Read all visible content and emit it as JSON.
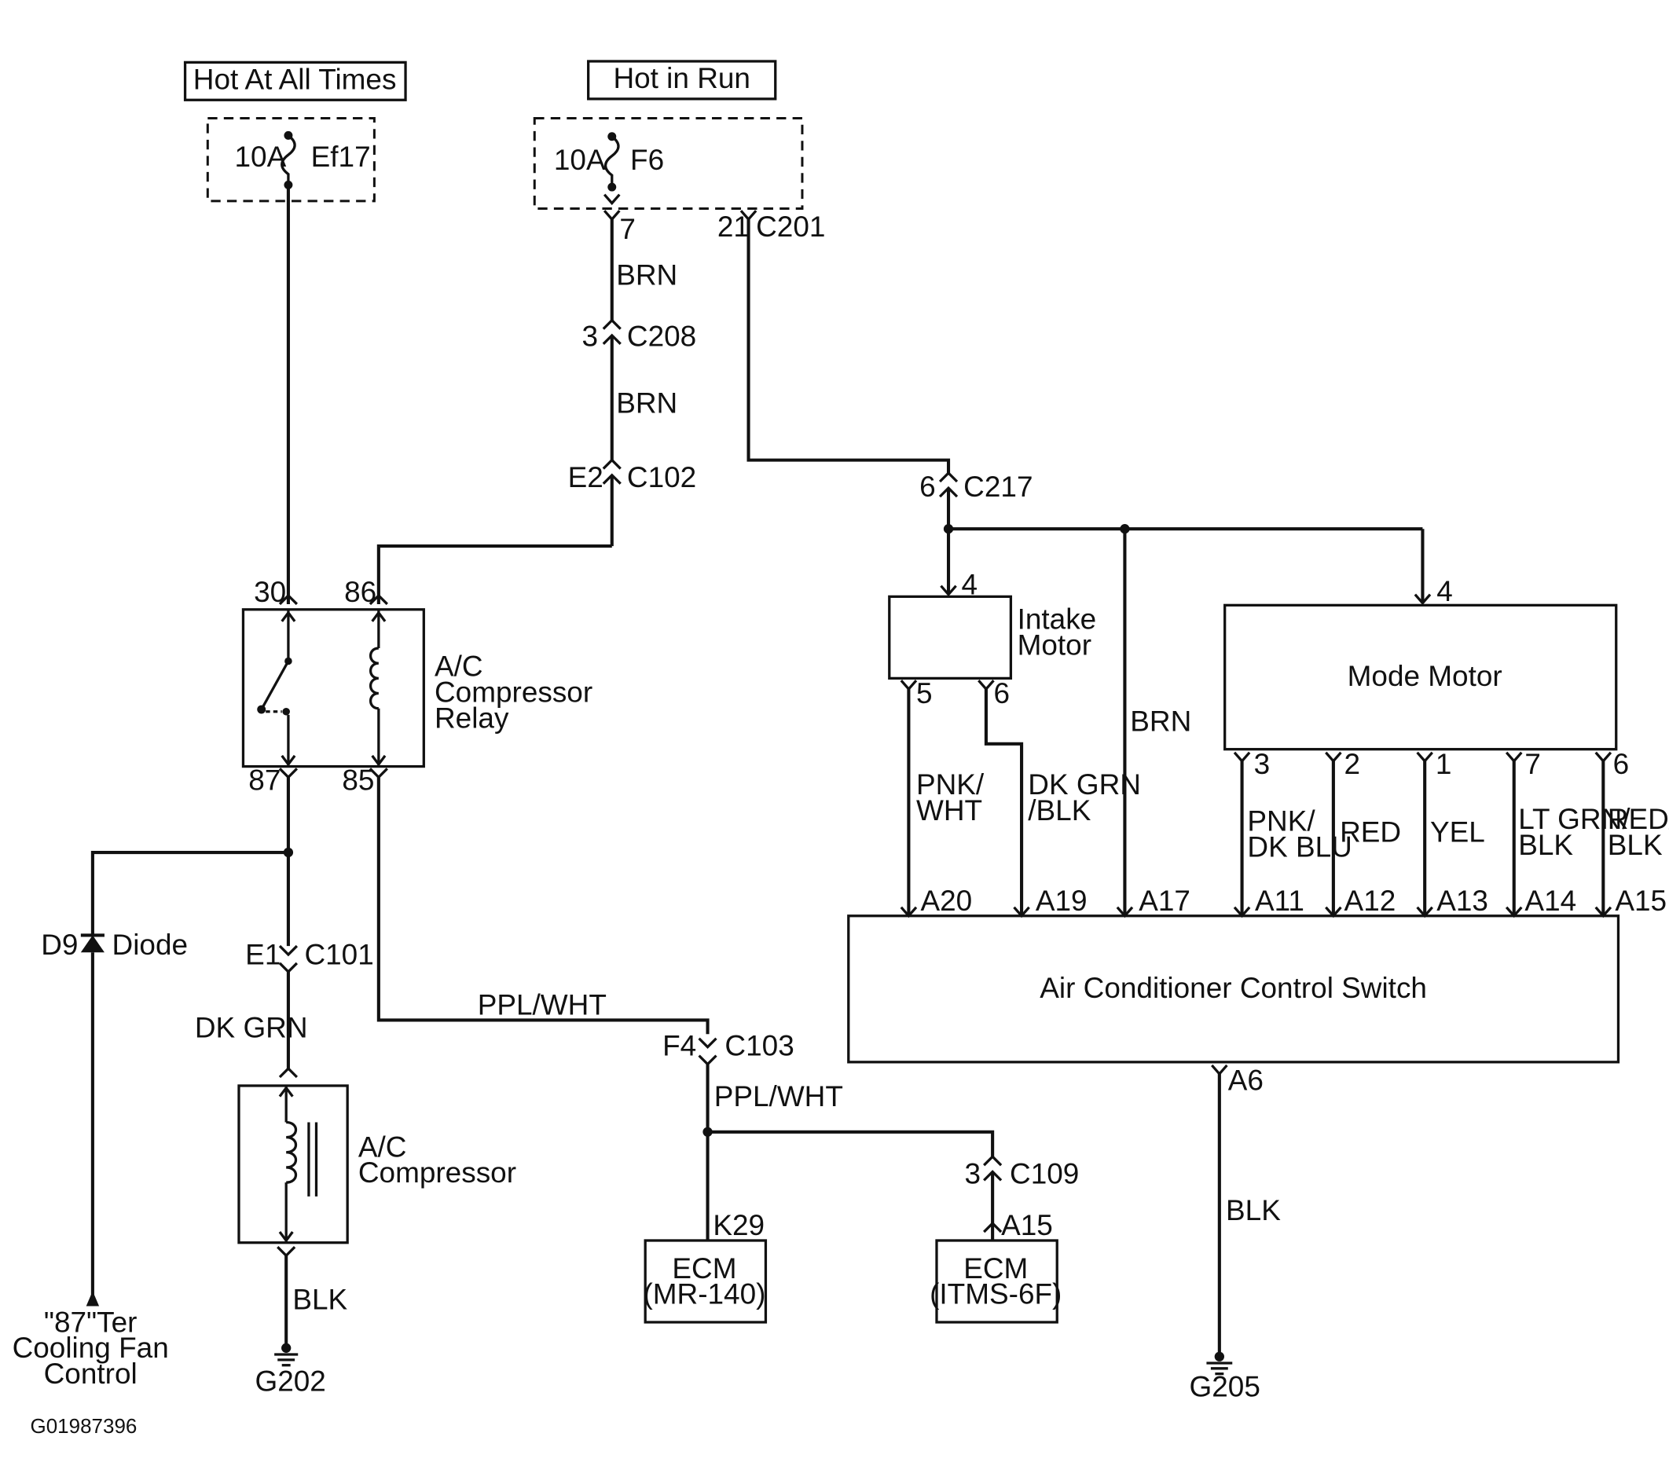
{
  "sources": {
    "hot_at_all_times": "Hot At All Times",
    "hot_in_run": "Hot in Run"
  },
  "fuses": {
    "ef17": {
      "rating": "10A",
      "name": "Ef17"
    },
    "f6": {
      "rating": "10A",
      "name": "F6"
    }
  },
  "connectors": {
    "c201_pin7": "7",
    "c201_pin21": "21",
    "c201": "C201",
    "c208_pin": "3",
    "c208": "C208",
    "c102_pin": "E2",
    "c102": "C102",
    "c217_pin": "6",
    "c217": "C217",
    "c101_pin": "E1",
    "c101": "C101",
    "c103_pin": "F4",
    "c103": "C103",
    "c109_pin": "3",
    "c109": "C109"
  },
  "wires": {
    "brn_1": "BRN",
    "brn_2": "BRN",
    "brn_3": "BRN",
    "dk_grn": "DK GRN",
    "blk_1": "BLK",
    "ppl_wht_1": "PPL/WHT",
    "ppl_wht_2": "PPL/WHT",
    "pnk_wht_1": "PNK/",
    "pnk_wht_2": "WHT",
    "dk_grn_blk_1": "DK GRN",
    "dk_grn_blk_2": "/BLK",
    "pnk_dkblu_1": "PNK/",
    "pnk_dkblu_2": "DK BLU",
    "red": "RED",
    "yel": "YEL",
    "lt_grn_blk_1": "LT GRN/",
    "lt_grn_blk_2": "BLK",
    "red_blk_1": "RED/",
    "red_blk_2": "BLK",
    "blk_2": "BLK"
  },
  "relay": {
    "label_1": "A/C",
    "label_2": "Compressor",
    "label_3": "Relay",
    "pin30": "30",
    "pin86": "86",
    "pin87": "87",
    "pin85": "85"
  },
  "diode": {
    "ref": "D9",
    "label": "Diode"
  },
  "fan_control": {
    "line1": "\"87\"Ter",
    "line2": "Cooling Fan",
    "line3": "Control"
  },
  "compressor": {
    "label_1": "A/C",
    "label_2": "Compressor"
  },
  "grounds": {
    "g202": "G202",
    "g205": "G205"
  },
  "ecm_mr": {
    "pin": "K29",
    "line1": "ECM",
    "line2": "(MR-140)"
  },
  "ecm_itms": {
    "pin": "A15",
    "line1": "ECM",
    "line2": "(ITMS-6F)"
  },
  "intake_motor": {
    "line1": "Intake",
    "line2": "Motor",
    "pin4": "4",
    "pin5": "5",
    "pin6": "6"
  },
  "mode_motor": {
    "label": "Mode Motor",
    "pin4": "4",
    "pin3": "3",
    "pin2": "2",
    "pin1": "1",
    "pin7": "7",
    "pin6": "6"
  },
  "ac_switch": {
    "label": "Air Conditioner Control Switch",
    "pins": {
      "a20": "A20",
      "a19": "A19",
      "a17": "A17",
      "a11": "A11",
      "a12": "A12",
      "a13": "A13",
      "a14": "A14",
      "a15": "A15",
      "a6": "A6"
    }
  },
  "figure_id": "G01987396"
}
